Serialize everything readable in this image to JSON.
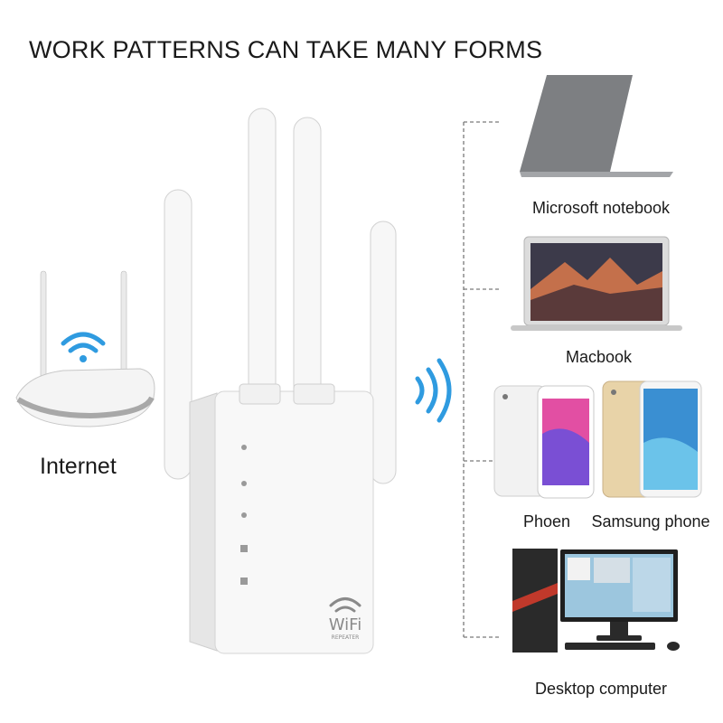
{
  "headline": "WORK PATTERNS CAN TAKE MANY FORMS",
  "source_label": "Internet",
  "devices": [
    {
      "label": "Microsoft notebook",
      "icon": "laptop-gray-icon"
    },
    {
      "label": "Macbook",
      "icon": "macbook-icon"
    },
    {
      "label": "Phoen",
      "icon": "iphone-icon"
    },
    {
      "label": "Samsung phone",
      "icon": "android-phone-icon"
    },
    {
      "label": "Desktop computer",
      "icon": "desktop-computer-icon"
    }
  ],
  "repeater": {
    "brand": "WiFi",
    "subtitle": "REPEATER"
  },
  "colors": {
    "text": "#1a1a1a",
    "wifi_blue": "#2f9be0",
    "device_white": "#f3f3f3",
    "connector_line": "#7a7a7a"
  }
}
